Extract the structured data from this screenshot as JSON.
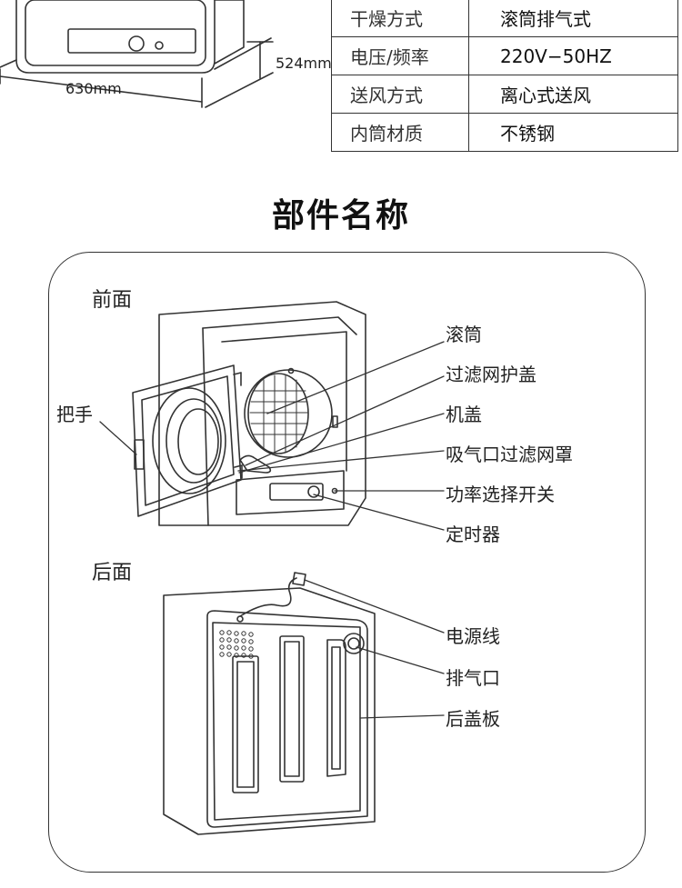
{
  "dimensions": {
    "width_label": "630mm",
    "depth_label": "524mm"
  },
  "spec_table": [
    {
      "key": "干燥方式",
      "value": "滚筒排气式"
    },
    {
      "key": "电压/频率",
      "value": "220V−50HZ"
    },
    {
      "key": "送风方式",
      "value": "离心式送风"
    },
    {
      "key": "内筒材质",
      "value": "不锈钢"
    }
  ],
  "section_heading": "部件名称",
  "front": {
    "title": "前面",
    "labels": {
      "drum": "滚筒",
      "filter_cover": "过滤网护盖",
      "cover": "机盖",
      "intake_filter": "吸气口过滤网罩",
      "power_switch": "功率选择开关",
      "timer": "定时器",
      "handle": "把手"
    }
  },
  "back": {
    "title": "后面",
    "labels": {
      "power_cord": "电源线",
      "exhaust": "排气口",
      "back_panel": "后盖板"
    }
  }
}
